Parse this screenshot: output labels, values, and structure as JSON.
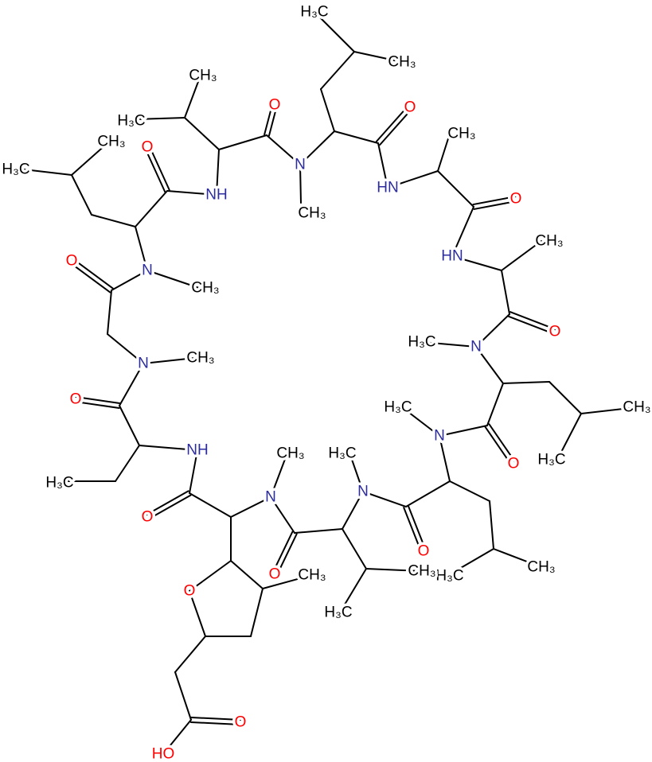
{
  "colors": {
    "N": "#2c2c9c",
    "O": "#ff0000",
    "C": "#000000"
  },
  "atoms": [
    {
      "text": "H₃C",
      "el": "C"
    },
    {
      "text": "CH₃",
      "el": "C"
    },
    {
      "text": "O",
      "el": "O"
    },
    {
      "text": "N",
      "el": "N"
    },
    {
      "text": "CH₃",
      "el": "C"
    },
    {
      "text": "HN",
      "el": "N"
    },
    {
      "text": "CH₃",
      "el": "C"
    },
    {
      "text": "O",
      "el": "O"
    },
    {
      "text": "HN",
      "el": "N"
    },
    {
      "text": "CH₃",
      "el": "C"
    },
    {
      "text": "O",
      "el": "O"
    },
    {
      "text": "N",
      "el": "N"
    },
    {
      "text": "H₃C",
      "el": "C"
    },
    {
      "text": "CH₃",
      "el": "C"
    },
    {
      "text": "H₃C",
      "el": "C"
    },
    {
      "text": "O",
      "el": "O"
    },
    {
      "text": "N",
      "el": "N"
    },
    {
      "text": "H₃C",
      "el": "C"
    },
    {
      "text": "CH₃",
      "el": "C"
    },
    {
      "text": "H₃C",
      "el": "C"
    },
    {
      "text": "O",
      "el": "O"
    },
    {
      "text": "N",
      "el": "N"
    },
    {
      "text": "H₃C",
      "el": "C"
    },
    {
      "text": "CH₃",
      "el": "C"
    },
    {
      "text": "H₃C",
      "el": "C"
    },
    {
      "text": "O",
      "el": "O"
    },
    {
      "text": "N",
      "el": "N"
    },
    {
      "text": "CH₃",
      "el": "C"
    },
    {
      "text": "O",
      "el": "O"
    },
    {
      "text": "NH",
      "el": "N"
    },
    {
      "text": "O",
      "el": "O"
    },
    {
      "text": "CH₃",
      "el": "C"
    },
    {
      "text": "O",
      "el": "O"
    },
    {
      "text": "HO",
      "el": "O"
    },
    {
      "text": "H₃C",
      "el": "C"
    },
    {
      "text": "O",
      "el": "O"
    },
    {
      "text": "N",
      "el": "N"
    },
    {
      "text": "CH₃",
      "el": "C"
    },
    {
      "text": "O",
      "el": "O"
    },
    {
      "text": "N",
      "el": "N"
    },
    {
      "text": "CH₃",
      "el": "C"
    },
    {
      "text": "CH₃",
      "el": "C"
    },
    {
      "text": "H₃C",
      "el": "C"
    },
    {
      "text": "O",
      "el": "O"
    },
    {
      "text": "NH",
      "el": "N"
    },
    {
      "text": "CH₃",
      "el": "C"
    },
    {
      "text": "H₃C",
      "el": "C"
    },
    {
      "text": "O",
      "el": "O"
    }
  ]
}
